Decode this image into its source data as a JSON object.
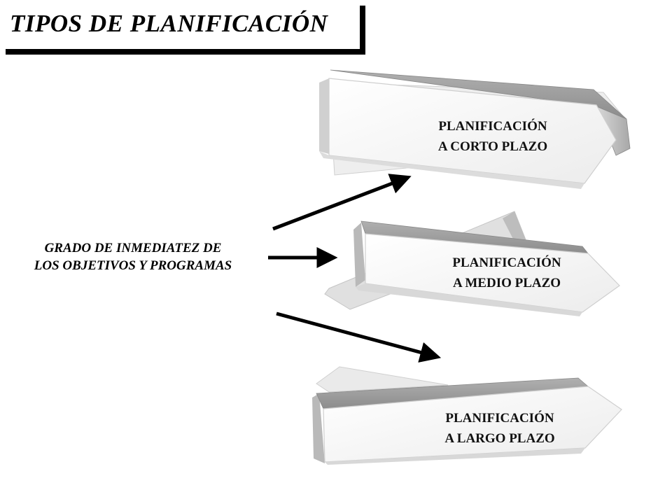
{
  "title": "TIPOS DE PLANIFICACIÓN",
  "source_label": {
    "line1": "GRADO DE INMEDIATEZ DE",
    "line2": "LOS OBJETIVOS Y PROGRAMAS"
  },
  "boxes": [
    {
      "line1": "PLANIFICACIÓN",
      "line2": "A CORTO PLAZO"
    },
    {
      "line1": "PLANIFICACIÓN",
      "line2": "A MEDIO PLAZO"
    },
    {
      "line1": "PLANIFICACIÓN",
      "line2": "A LARGO PLAZO"
    }
  ],
  "colors": {
    "face": "#f5f5f5",
    "face_edge": "#e0e0e0",
    "bevel_top": "#9a9a9a",
    "bevel_side": "#c8c8c8",
    "arrow": "#000000"
  }
}
